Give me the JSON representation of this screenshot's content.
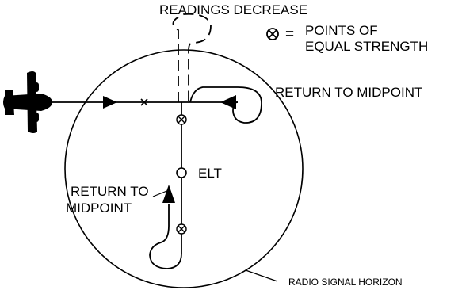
{
  "labels": {
    "readings_decrease": "READINGS DECREASE",
    "legend_equals": "=",
    "legend_line1": "POINTS OF",
    "legend_line2": "EQUAL STRENGTH",
    "return_to_midpoint_right": "RETURN TO MIDPOINT",
    "return_to_midpoint_left_line1": "RETURN TO",
    "return_to_midpoint_left_line2": "MIDPOINT",
    "elt": "ELT",
    "radio_signal_horizon": "RADIO SIGNAL HORIZON"
  },
  "icons": {
    "equal_strength_point": "circled-x-icon",
    "aircraft": "airplane-icon",
    "elt_transmitter": "open-circle-icon",
    "first_signal_mark": "x-mark-icon"
  },
  "colors": {
    "ink": "#000000",
    "background": "#ffffff"
  }
}
